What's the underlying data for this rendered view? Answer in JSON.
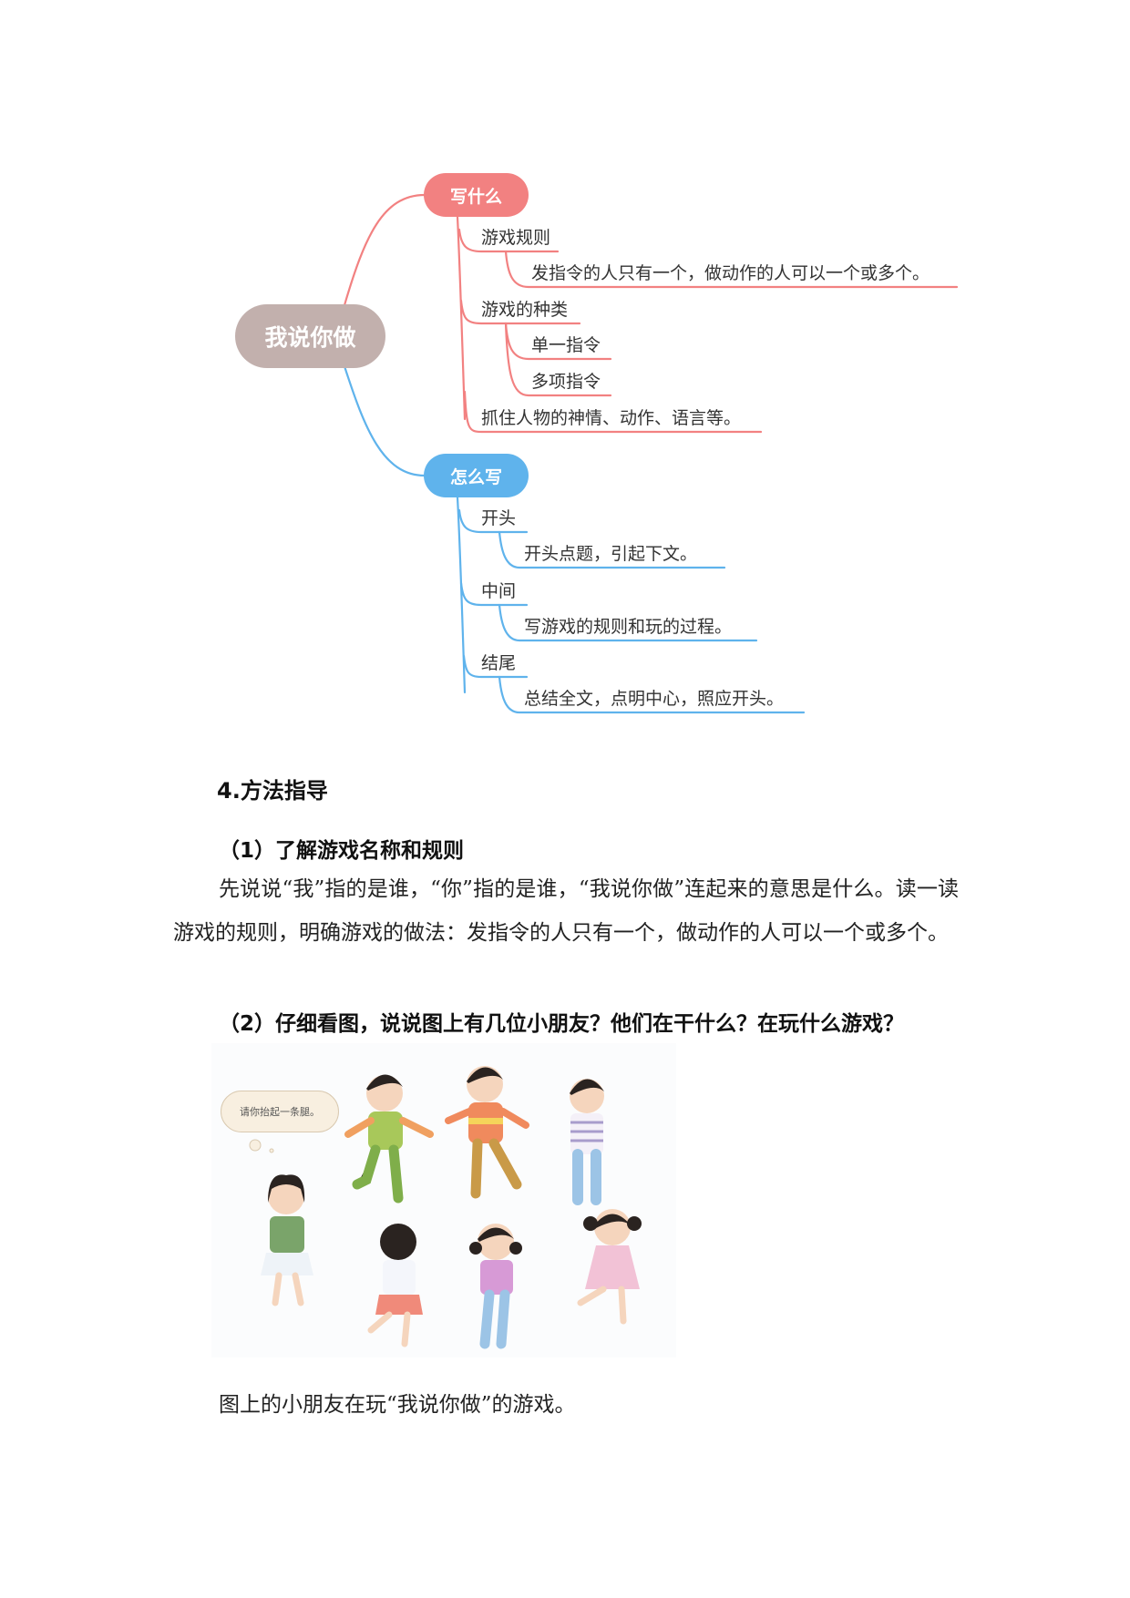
{
  "mindmap": {
    "root": "我说你做",
    "branches": [
      {
        "label": "写什么",
        "color": "#f28181",
        "items": [
          {
            "label": "游戏规则",
            "children": [
              "发指令的人只有一个，做动作的人可以一个或多个。"
            ]
          },
          {
            "label": "游戏的种类",
            "children": [
              "单一指令",
              "多项指令"
            ]
          },
          {
            "label": "抓住人物的神情、动作、语言等。",
            "children": []
          }
        ]
      },
      {
        "label": "怎么写",
        "color": "#5fb3ec",
        "items": [
          {
            "label": "开头",
            "children": [
              "开头点题，引起下文。"
            ]
          },
          {
            "label": "中间",
            "children": [
              "写游戏的规则和玩的过程。"
            ]
          },
          {
            "label": "结尾",
            "children": [
              "总结全文，点明中心，照应开头。"
            ]
          }
        ]
      }
    ],
    "root_color": "#c2b0ad"
  },
  "section": {
    "heading": "4.方法指导",
    "sub1": {
      "heading": "（1）了解游戏名称和规则",
      "paragraph": "先说说“我”指的是谁，“你”指的是谁，“我说你做”连起来的意思是什么。读一读游戏的规则，明确游戏的做法：发指令的人只有一个，做动作的人可以一个或多个。"
    },
    "sub2": {
      "heading": "（2）仔细看图，说说图上有几位小朋友？他们在干什么？在玩什么游戏？"
    },
    "illustration": {
      "speech_bubble": "请你抬起一条腿。",
      "children_count": 7
    },
    "caption": "图上的小朋友在玩“我说你做”的游戏。"
  }
}
